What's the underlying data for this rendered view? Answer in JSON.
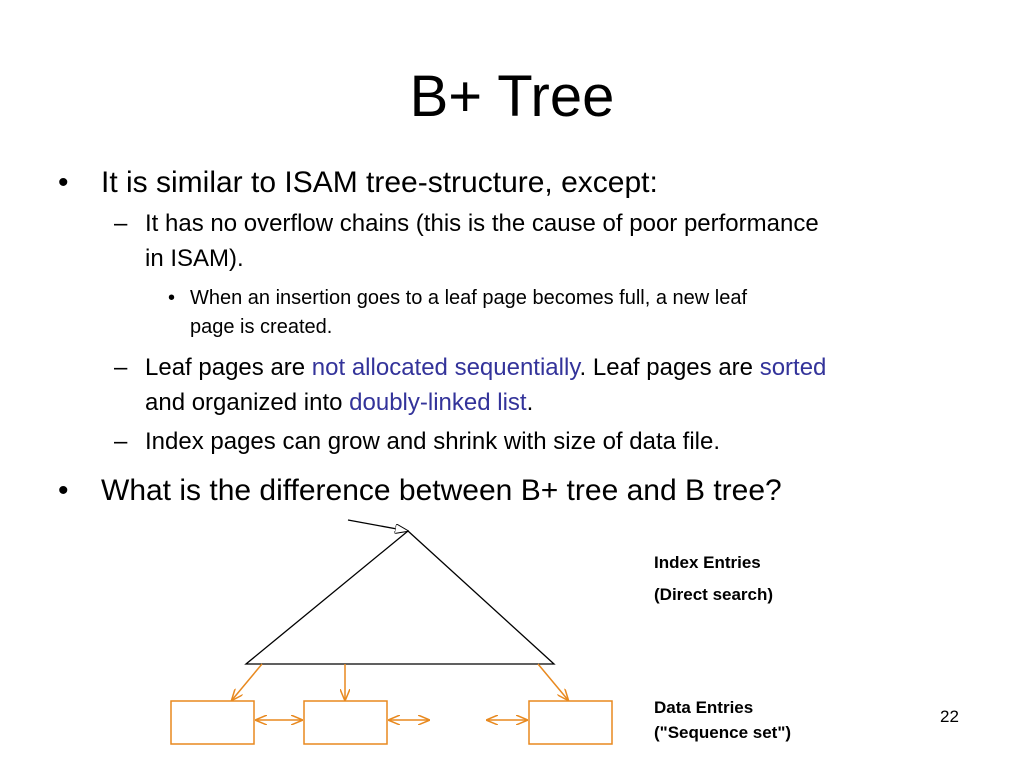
{
  "slide": {
    "title": "B+ Tree",
    "page_number": "22"
  },
  "bullets": {
    "b1": {
      "marker": "•",
      "text": "It is similar to ISAM tree-structure, except:"
    },
    "b1_1": {
      "marker": "–",
      "line1": "It has no overflow chains (this is the cause of poor performance",
      "line2": "in ISAM)."
    },
    "b1_1_1": {
      "marker": "•",
      "line1": "When an insertion goes to a leaf page becomes full, a new leaf",
      "line2": "page is created."
    },
    "b1_2": {
      "marker": "–",
      "part1": "Leaf pages are ",
      "hl1": "not allocated sequentially",
      "part2": ".  Leaf pages are ",
      "hl2": "sorted",
      "part3": "and organized into ",
      "hl3": "doubly-linked list",
      "part4": "."
    },
    "b1_3": {
      "marker": "–",
      "text": "Index pages can grow and shrink with size of data file."
    },
    "b2": {
      "marker": "•",
      "text": "What is the difference between B+ tree and B tree?"
    }
  },
  "diagram": {
    "index_label_1": "Index Entries",
    "index_label_2": "(Direct search)",
    "data_label_1": "Data Entries",
    "data_label_2": "(\"Sequence set\")",
    "colors": {
      "tree_outline": "#000000",
      "leaf_and_arrows": "#e8891f"
    }
  }
}
